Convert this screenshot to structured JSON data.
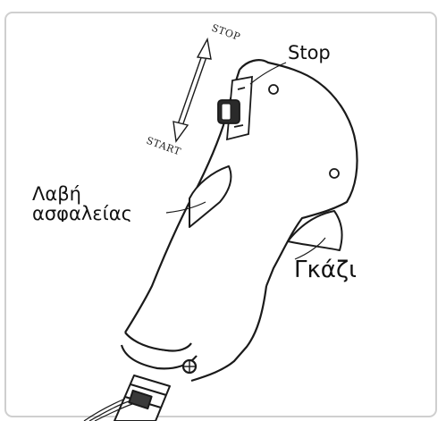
{
  "labels": {
    "stop": "Stop",
    "safety_lever_line1": "Λαβή",
    "safety_lever_line2": "ασφαλείας",
    "throttle": "Γκάζι"
  },
  "switch_direction": {
    "stop": "STOP",
    "start": "START"
  },
  "colors": {
    "line": "#1a1a1a",
    "frame": "#cfcfcf",
    "background": "#ffffff"
  }
}
